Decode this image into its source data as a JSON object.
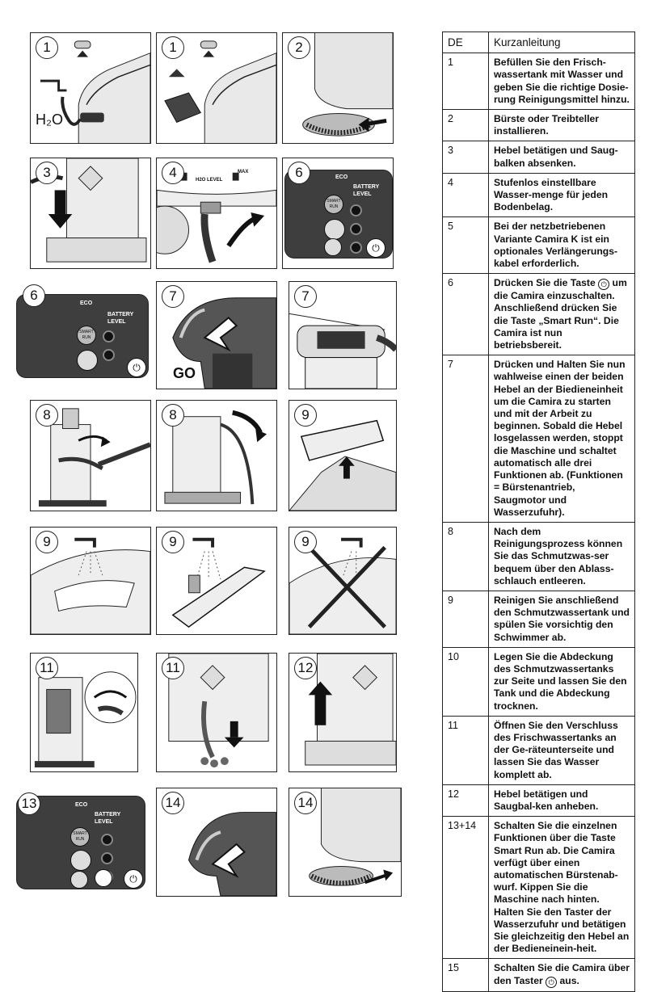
{
  "steps": {
    "s1a": "1",
    "s1b": "1",
    "s2": "2",
    "s3": "3",
    "s4": "4",
    "s6a": "6",
    "s6b": "6",
    "s7a": "7",
    "s7b": "7",
    "s8a": "8",
    "s8b": "8",
    "s9a": "9",
    "s9b": "9",
    "s9c": "9",
    "s9d": "9",
    "s11a": "11",
    "s11b": "11",
    "s12": "12",
    "s13": "13",
    "s14a": "14",
    "s14b": "14"
  },
  "labels": {
    "h2o": "H₂O",
    "go": "GO",
    "h2o_level": "H2O LEVEL",
    "max": "MAX"
  },
  "battery_panel": {
    "title_line1": "BATTERY",
    "title_line2": "LEVEL",
    "smart_run": "SMART RUN",
    "eco": "ECO",
    "power_symbol": "⏻"
  },
  "table": {
    "header_lang": "DE",
    "header_title": "Kurzanleitung",
    "rows": [
      {
        "num": "1",
        "text": "Befüllen Sie den Frisch-wassertank mit Wasser und geben Sie die richtige Dosie-rung Reinigungsmittel hinzu."
      },
      {
        "num": "2",
        "text": "Bürste oder Treibteller installieren."
      },
      {
        "num": "3",
        "text": "Hebel betätigen und Saug-balken absenken."
      },
      {
        "num": "4",
        "text": "Stufenlos einstellbare Wasser-menge für jeden Bodenbelag."
      },
      {
        "num": "5",
        "text": "Bei der netzbetriebenen Variante Camira K ist ein optionales Verlängerungs-kabel erforderlich."
      },
      {
        "num": "6",
        "text_a": "Drücken Sie die Taste",
        "text_b": "um die Camira einzuschalten. Anschließend drücken Sie die Taste „Smart Run“. Die Camira ist nun betriebsbereit."
      },
      {
        "num": "7",
        "text": "Drücken und Halten Sie nun wahlweise einen der beiden Hebel an der Biedieneinheit um die Camira zu starten und mit der Arbeit zu beginnen. Sobald die Hebel losgelassen werden, stoppt die Maschine und schaltet automatisch alle drei Funktionen ab. (Funktionen = Bürstenantrieb, Saugmotor und Wasserzufuhr)."
      },
      {
        "num": "8",
        "text": "Nach dem Reinigungsprozess können Sie das Schmutzwas-ser bequem über den Ablass-schlauch entleeren."
      },
      {
        "num": "9",
        "text": "Reinigen Sie anschließend den Schmutzwassertank und spülen Sie vorsichtig den Schwimmer ab."
      },
      {
        "num": "10",
        "text": "Legen Sie die Abdeckung des Schmutzwassertanks zur Seite und lassen Sie den Tank und die Abdeckung trocknen."
      },
      {
        "num": "11",
        "text": "Öffnen Sie den Verschluss des Frischwassertanks an der Ge-räteunterseite und lassen Sie das Wasser komplett ab."
      },
      {
        "num": "12",
        "text": "Hebel betätigen und Saugbal-ken anheben."
      },
      {
        "num": "13+14",
        "text": "Schalten Sie die einzelnen Funktionen über die Taste Smart Run ab. Die Camira verfügt über einen automatischen Bürstenab-wurf. Kippen Sie die Maschine nach hinten. Halten Sie den Taster der Wasserzufuhr und betätigen Sie gleichzeitig den Hebel an der Bedieneinein-heit."
      },
      {
        "num": "15",
        "text_a": "Schalten Sie die Camira über den Taster",
        "text_b": "aus."
      }
    ]
  }
}
